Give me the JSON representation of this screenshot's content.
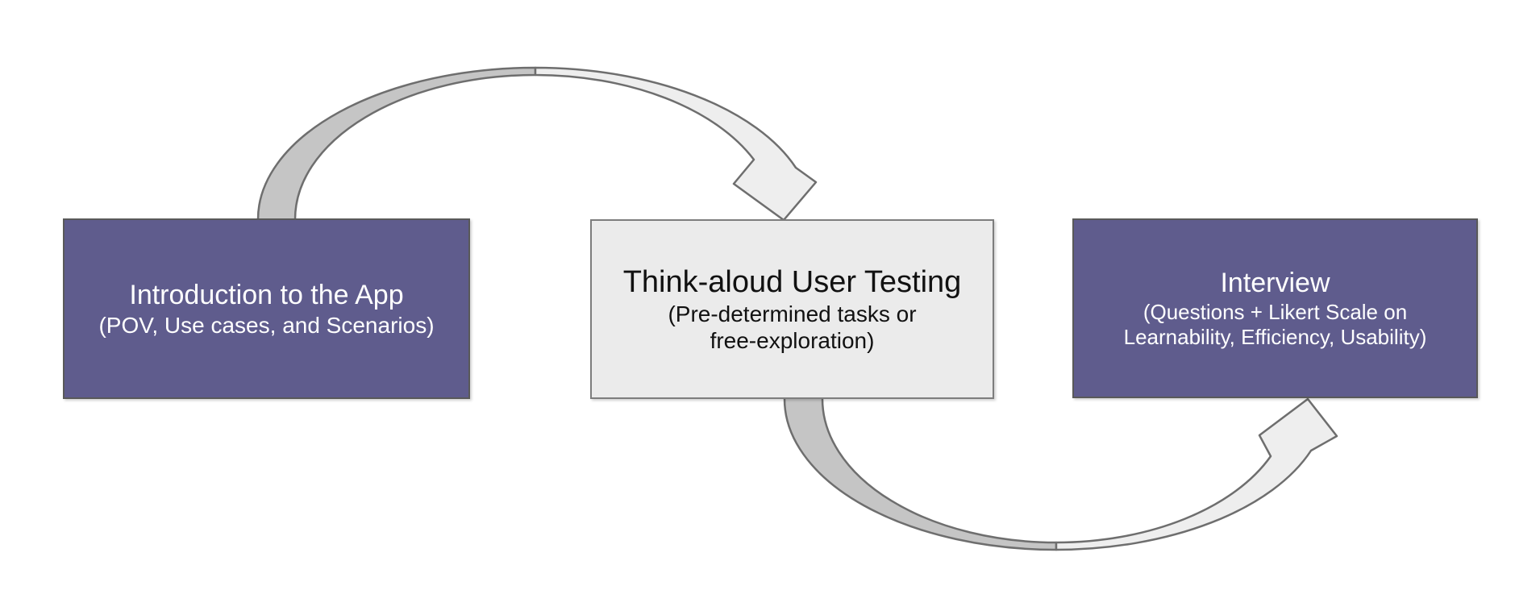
{
  "diagram": {
    "boxes": [
      {
        "id": "introduction",
        "title": "Introduction to the App",
        "subtitle_lines": [
          "(POV, Use cases, and Scenarios)"
        ]
      },
      {
        "id": "think-aloud-user-testing",
        "title": "Think-aloud User Testing",
        "subtitle_lines": [
          "(Pre-determined tasks or",
          "free-exploration)"
        ]
      },
      {
        "id": "interview",
        "title": "Interview",
        "subtitle_lines": [
          "(Questions + Likert Scale on",
          "Learnability, Efficiency, Usability)"
        ]
      }
    ],
    "arrows": [
      {
        "from": "introduction",
        "to": "think-aloud-user-testing",
        "shape": "arc-over-top"
      },
      {
        "from": "think-aloud-user-testing",
        "to": "interview",
        "shape": "arc-under-bottom"
      }
    ],
    "colors": {
      "box_purple": "#5f5c8d",
      "box_purple_border": "#595959",
      "box_gray": "#ebebeb",
      "box_gray_border": "#7d7d7d",
      "text_on_purple": "#ffffff",
      "text_on_gray": "#111111",
      "arrow_dark": "#c5c5c5",
      "arrow_light": "#eeeeee",
      "arrow_outline": "#6e6e6e",
      "background": "#ffffff"
    }
  }
}
